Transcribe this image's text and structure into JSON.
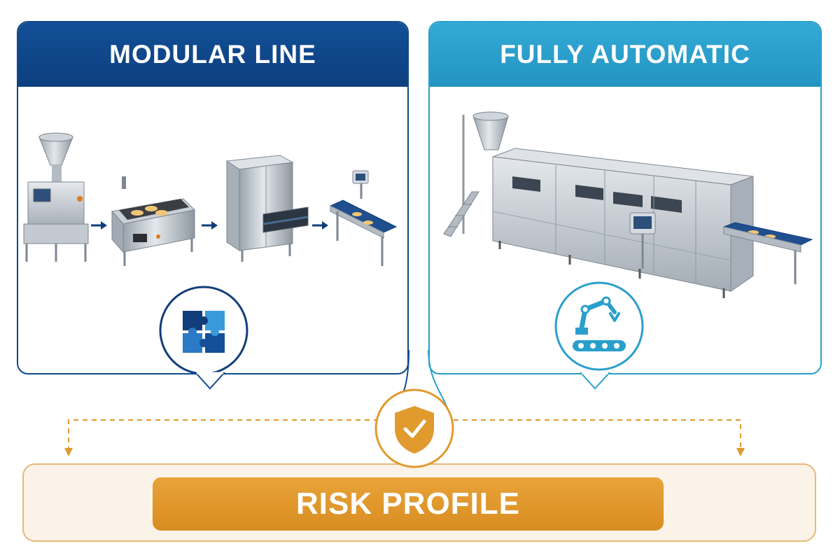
{
  "left_panel": {
    "title": "MODULAR LINE",
    "icon": "puzzle-icon",
    "accent": "#0f4a8c"
  },
  "right_panel": {
    "title": "FULLY AUTOMATIC",
    "icon": "robot-arm-conveyor-icon",
    "accent": "#2a9fcc"
  },
  "center_badge": {
    "icon": "shield-check-icon",
    "color": "#e09a2e"
  },
  "bottom": {
    "label": "RISK PROFILE",
    "color": "#dc922a"
  }
}
